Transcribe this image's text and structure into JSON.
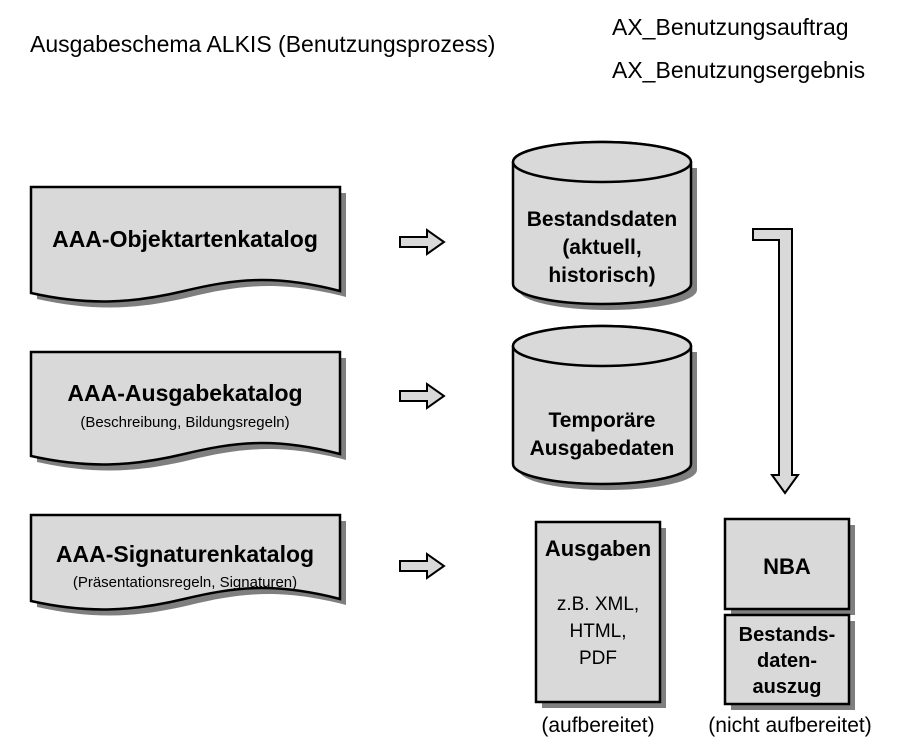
{
  "title": "Ausgabeschema ALKIS (Benutzungsprozess)",
  "header_right": {
    "line1": "AX_Benutzungsauftrag",
    "line2": "AX_Benutzungsergebnis"
  },
  "catalogs": {
    "objektarten": {
      "title": "AAA-Objektartenkatalog"
    },
    "ausgabe": {
      "title": "AAA-Ausgabekatalog",
      "subtitle": "(Beschreibung, Bildungsregeln)"
    },
    "signaturen": {
      "title": "AAA-Signaturenkatalog",
      "subtitle": "(Präsentationsregeln, Signaturen)"
    }
  },
  "stores": {
    "bestand": {
      "lines": [
        "Bestandsdaten",
        "(aktuell,",
        "historisch)"
      ]
    },
    "temporaer": {
      "lines": [
        "Temporäre",
        "Ausgabedaten"
      ]
    }
  },
  "ausgaben": {
    "title": "Ausgaben",
    "lines": [
      "z.B. XML,",
      "HTML,",
      "PDF"
    ],
    "caption": "(aufbereitet)"
  },
  "nba": {
    "title": "NBA",
    "auszug_lines": [
      "Bestands-",
      "daten-",
      "auszug"
    ],
    "caption": "(nicht aufbereitet)"
  },
  "colors": {
    "fill": "#d9d9d9",
    "shadow": "#7f7f7f",
    "stroke": "#000000"
  }
}
